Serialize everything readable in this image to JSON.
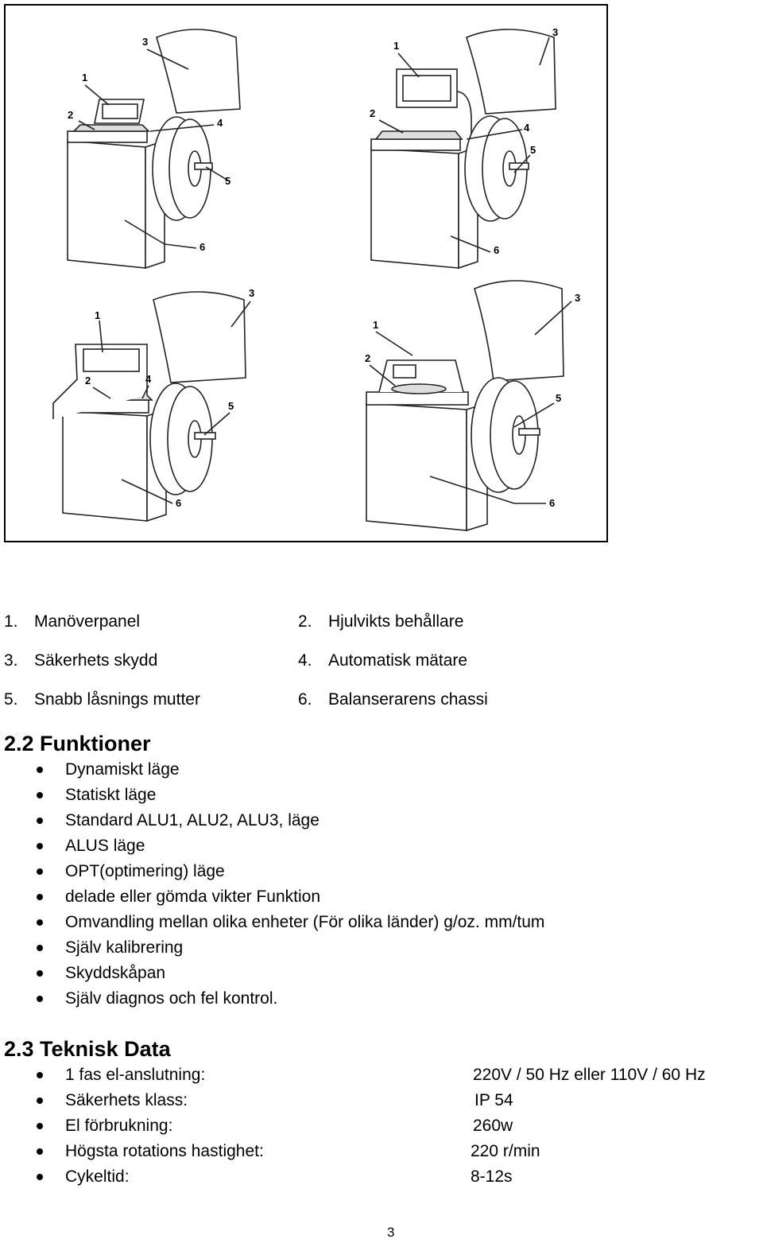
{
  "figure": {
    "callouts": {
      "tl": [
        "3",
        "1",
        "2",
        "4",
        "5",
        "6"
      ],
      "tr": [
        "1",
        "3",
        "2",
        "4",
        "5",
        "6"
      ],
      "bl": [
        "1",
        "3",
        "2",
        "4",
        "5",
        "6"
      ],
      "br": [
        "3",
        "1",
        "2",
        "5",
        "6"
      ]
    }
  },
  "legend": [
    {
      "left": {
        "num": "1.",
        "label": "Manöverpanel"
      },
      "right": {
        "num": "2.",
        "label": "Hjulvikts behållare"
      }
    },
    {
      "left": {
        "num": "3.",
        "label": "Säkerhets skydd"
      },
      "right": {
        "num": "4.",
        "label": "Automatisk mätare"
      }
    },
    {
      "left": {
        "num": "5.",
        "label": "Snabb låsnings mutter"
      },
      "right": {
        "num": "6.",
        "label": "Balanserarens chassi"
      }
    }
  ],
  "functions": {
    "title": "2.2 Funktioner",
    "items": [
      "Dynamiskt läge",
      "Statiskt läge",
      "Standard ALU1, ALU2, ALU3, läge",
      "ALUS läge",
      "OPT(optimering) läge",
      "delade eller gömda vikter Funktion",
      "Omvandling mellan olika enheter (För olika länder) g/oz. mm/tum",
      "Själv kalibrering",
      "Skyddskåpan",
      "Själv diagnos och fel kontrol."
    ]
  },
  "tech": {
    "title": "2.3 Teknisk Data",
    "items": [
      {
        "label": "1 fas el-anslutning:",
        "value": "220V / 50 Hz eller 110V / 60 Hz"
      },
      {
        "label": "Säkerhets klass:",
        "value": "IP 54"
      },
      {
        "label": "El förbrukning:",
        "value": "260w"
      },
      {
        "label": "Högsta rotations hastighet:",
        "value": "220 r/min"
      },
      {
        "label": "Cykeltid:",
        "value": "8-12s"
      }
    ]
  },
  "page_number": "3"
}
